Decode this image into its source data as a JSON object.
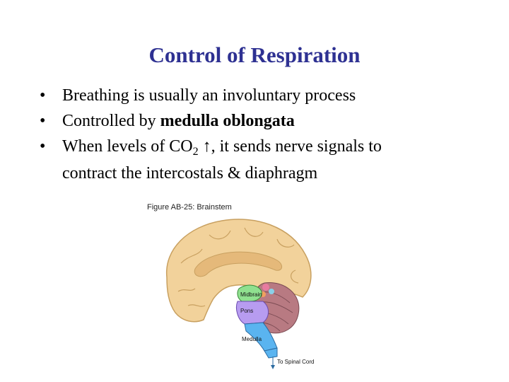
{
  "slide": {
    "title": "Control of Respiration",
    "bullets": [
      {
        "text": "Breathing is usually an involuntary process"
      },
      {
        "prefix": "Controlled by ",
        "bold": "medulla oblongata"
      },
      {
        "prefix": "When levels of CO",
        "sub": "2",
        "suffix": " ↑, it sends nerve signals to",
        "cont": "contract the intercostals & diaphragm"
      }
    ],
    "bullet_glyph": "•"
  },
  "figure": {
    "caption": "Figure AB-25: Brainstem",
    "labels": {
      "midbrain": "Midbrain",
      "pons": "Pons",
      "medulla": "Medulla",
      "spinal": "To Spinal Cord"
    },
    "colors": {
      "cerebrum": "#f2d29b",
      "cerebrum_outline": "#c8a060",
      "corpus": "#e5b97a",
      "midbrain": "#8fe08f",
      "pons": "#b79cf0",
      "medulla": "#5ab4f0",
      "cerebellum": "#b87a82",
      "title_color": "#2e3192"
    }
  }
}
